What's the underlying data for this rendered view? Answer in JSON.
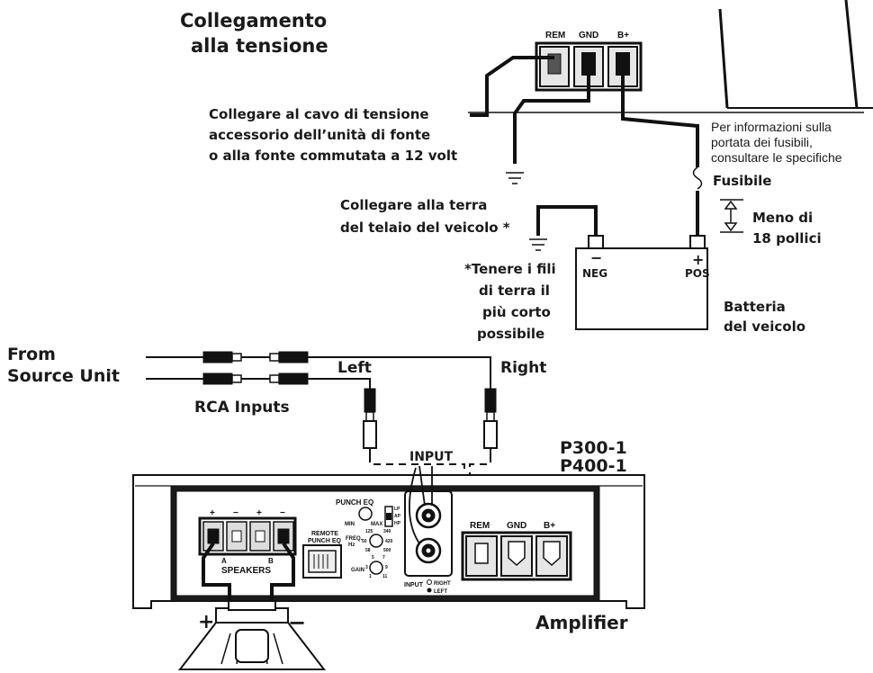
{
  "header": {
    "line1": "Collegamento",
    "line2": "alla tensione"
  },
  "terminal_block_top": {
    "rem": "REM",
    "gnd": "GND",
    "bplus": "B+"
  },
  "remote_note": {
    "line1": "Collegare al cavo di tensione",
    "line2": "accessorio dell’unità di fonte",
    "line3": "o alla fonte commutata a 12 volt"
  },
  "fuse_info": {
    "line1": "Per informazioni sulla",
    "line2": "portata dei fusibili,",
    "line3": "consultare le specifiche"
  },
  "fuse_label": "Fusibile",
  "distance": {
    "line1": "Meno di",
    "line2": "18 pollici"
  },
  "chassis_ground": {
    "line1": "Collegare alla terra",
    "line2": "del telaio del veicolo *"
  },
  "ground_note": {
    "line1": "*Tenere i fili",
    "line2": "di terra il",
    "line3": "più corto",
    "line4": "possibile"
  },
  "battery": {
    "neg_sign": "−",
    "neg": "NEG",
    "pos_sign": "+",
    "pos": "POS",
    "label1": "Batteria",
    "label2": "del veicolo"
  },
  "source": {
    "line1": "From",
    "line2": "Source Unit"
  },
  "rca": {
    "left": "Left",
    "right": "Right",
    "inputs": "RCA Inputs",
    "input": "INPUT"
  },
  "models": {
    "m1": "P300-1",
    "m2": "P400-1"
  },
  "amp": {
    "plus": "+",
    "minus": "−",
    "a": "A",
    "b": "B",
    "speakers": "SPEAKERS",
    "remote1": "REMOTE",
    "remote2": "PUNCH EQ",
    "punch_eq": "PUNCH EQ",
    "min": "MIN",
    "max": "MAX",
    "lp": "LP",
    "ap": "AP",
    "hp": "HP",
    "freq": "FREQ.",
    "hz": "Hz",
    "f125": "125",
    "f340": "340",
    "f50": "50",
    "f420": "420",
    "f58": "58",
    "f500": "500",
    "gain": "GAIN",
    "g5": "5",
    "g7": "7",
    "g3": "3",
    "g9": "9",
    "g1": "1",
    "g11": "11",
    "rem": "REM",
    "gnd": "GND",
    "bplus": "B+",
    "input": "INPUT",
    "right": "RIGHT",
    "left": "LEFT",
    "name": "Amplifier"
  },
  "speaker": {
    "plus": "+",
    "minus": "−"
  }
}
